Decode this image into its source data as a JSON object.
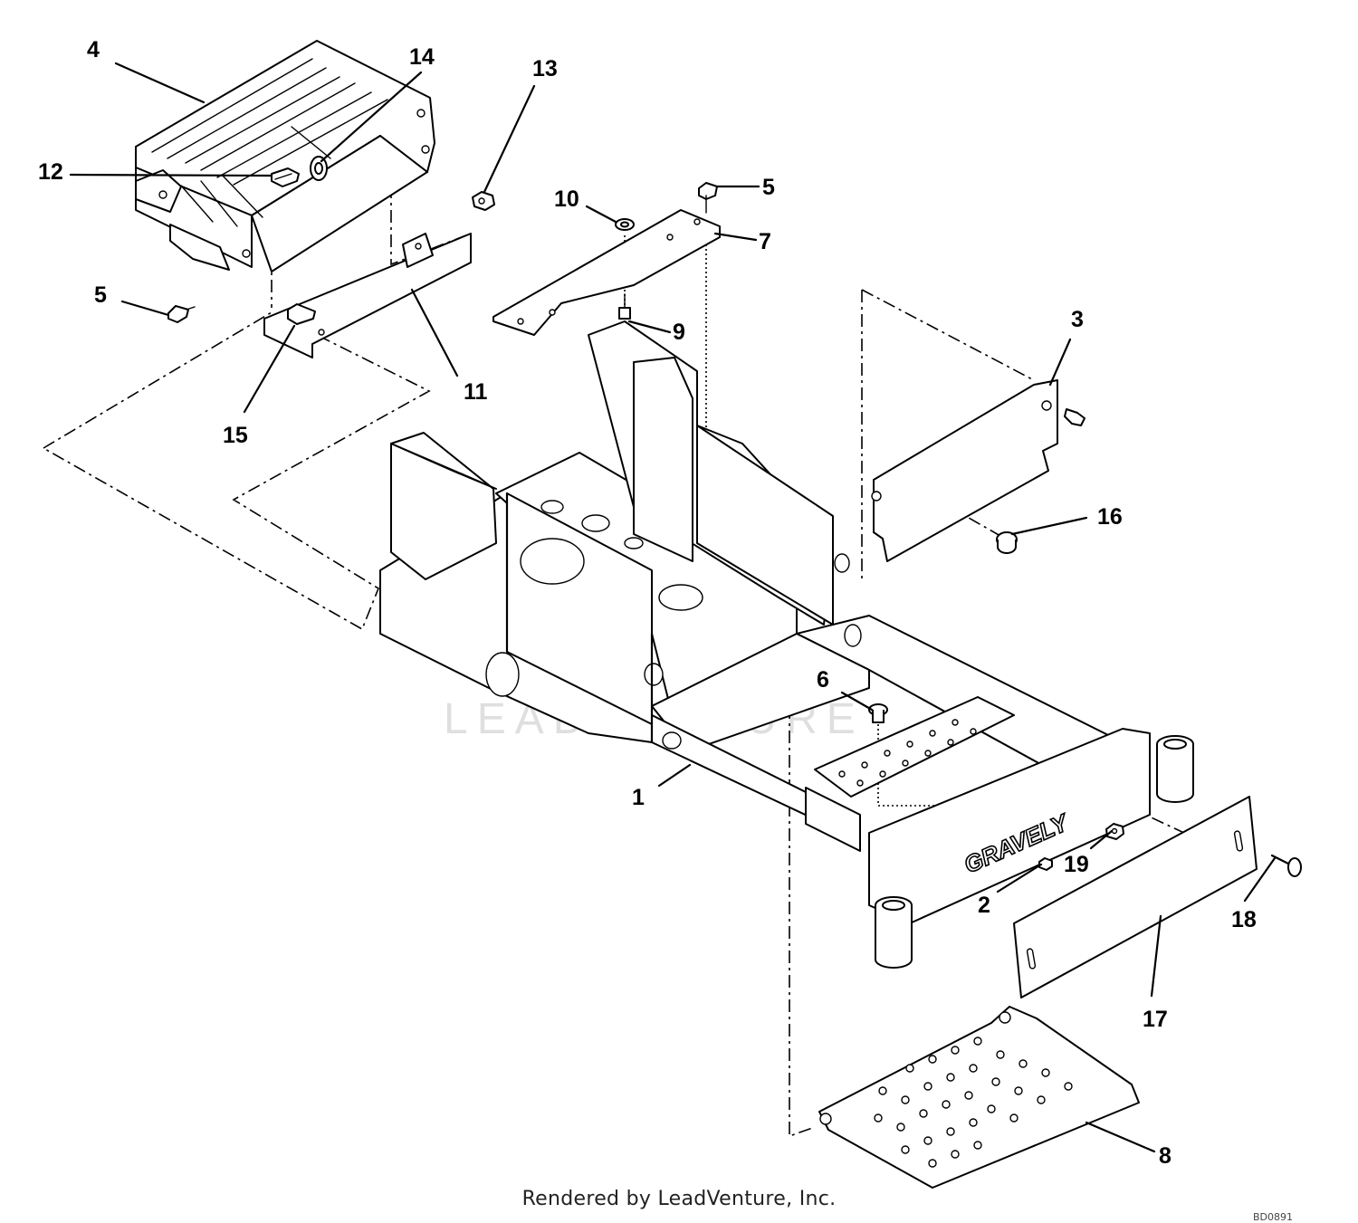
{
  "watermark": "LEADVENTURE",
  "brand_text": "GRAVELY",
  "footer": "Rendered by LeadVenture, Inc.",
  "diagram_code": "BD0891",
  "callouts": [
    {
      "id": "1",
      "label": "1"
    },
    {
      "id": "2",
      "label": "2"
    },
    {
      "id": "3",
      "label": "3"
    },
    {
      "id": "4",
      "label": "4"
    },
    {
      "id": "5a",
      "label": "5"
    },
    {
      "id": "5b",
      "label": "5"
    },
    {
      "id": "6",
      "label": "6"
    },
    {
      "id": "7",
      "label": "7"
    },
    {
      "id": "8",
      "label": "8"
    },
    {
      "id": "9",
      "label": "9"
    },
    {
      "id": "10",
      "label": "10"
    },
    {
      "id": "11",
      "label": "11"
    },
    {
      "id": "12",
      "label": "12"
    },
    {
      "id": "13",
      "label": "13"
    },
    {
      "id": "14",
      "label": "14"
    },
    {
      "id": "15",
      "label": "15"
    },
    {
      "id": "16",
      "label": "16"
    },
    {
      "id": "17",
      "label": "17"
    },
    {
      "id": "18",
      "label": "18"
    },
    {
      "id": "19",
      "label": "19"
    }
  ]
}
